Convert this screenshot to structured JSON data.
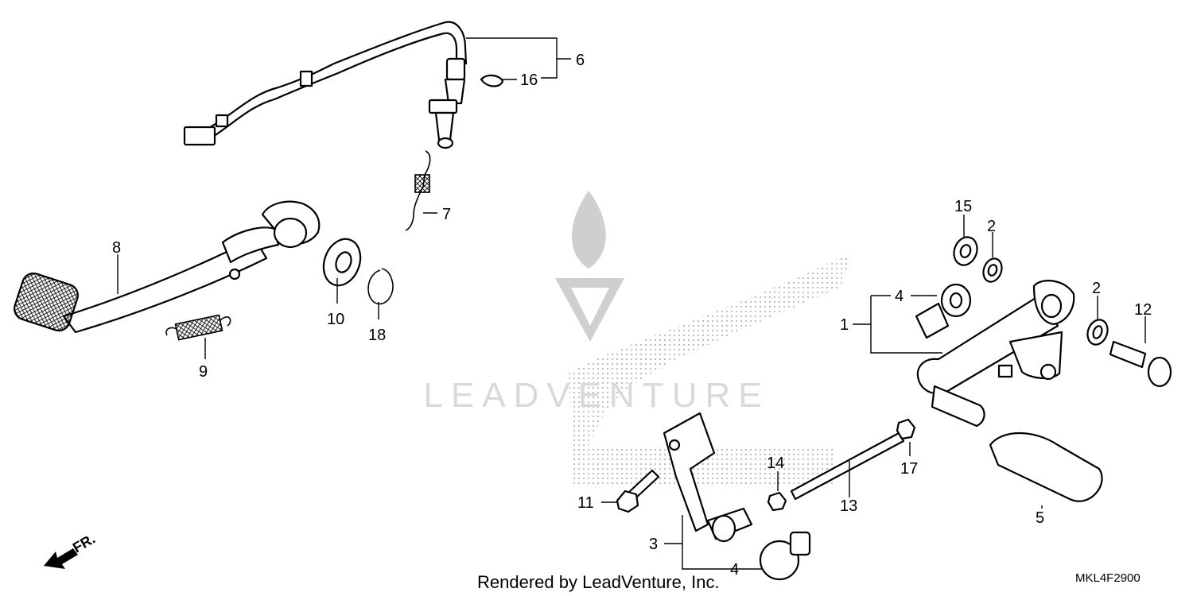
{
  "watermark": {
    "text": "LEADVENTURE"
  },
  "callouts": {
    "c1": "1",
    "c2a": "2",
    "c2b": "2",
    "c3": "3",
    "c4a": "4",
    "c4b": "4",
    "c5": "5",
    "c6": "6",
    "c7": "7",
    "c8": "8",
    "c9": "9",
    "c10": "10",
    "c11": "11",
    "c12": "12",
    "c13": "13",
    "c14": "14",
    "c15": "15",
    "c16": "16",
    "c17": "17",
    "c18": "18"
  },
  "front_indicator": {
    "label": "FR."
  },
  "footer": {
    "rendered_by": "Rendered by LeadVenture, Inc.",
    "diagram_code": "MKL4F2900"
  }
}
